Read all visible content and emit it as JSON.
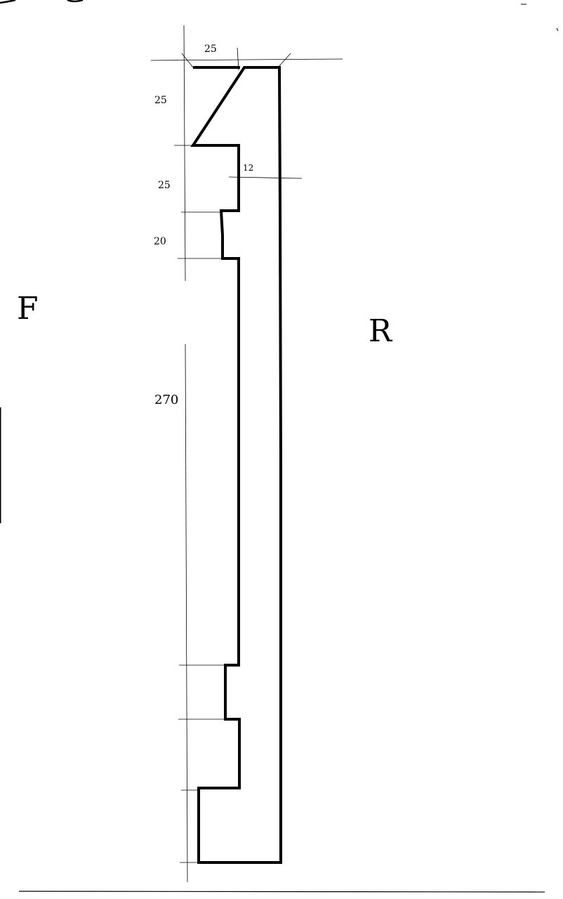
{
  "labels": {
    "front": "F",
    "rear": "R"
  },
  "dimensions": {
    "top_width": "25",
    "seg1_height": "25",
    "notch_depth": "12",
    "seg2_height": "25",
    "seg3_height": "20",
    "long_span": "270"
  },
  "colors": {
    "stroke": "#000000",
    "background": "#ffffff"
  }
}
